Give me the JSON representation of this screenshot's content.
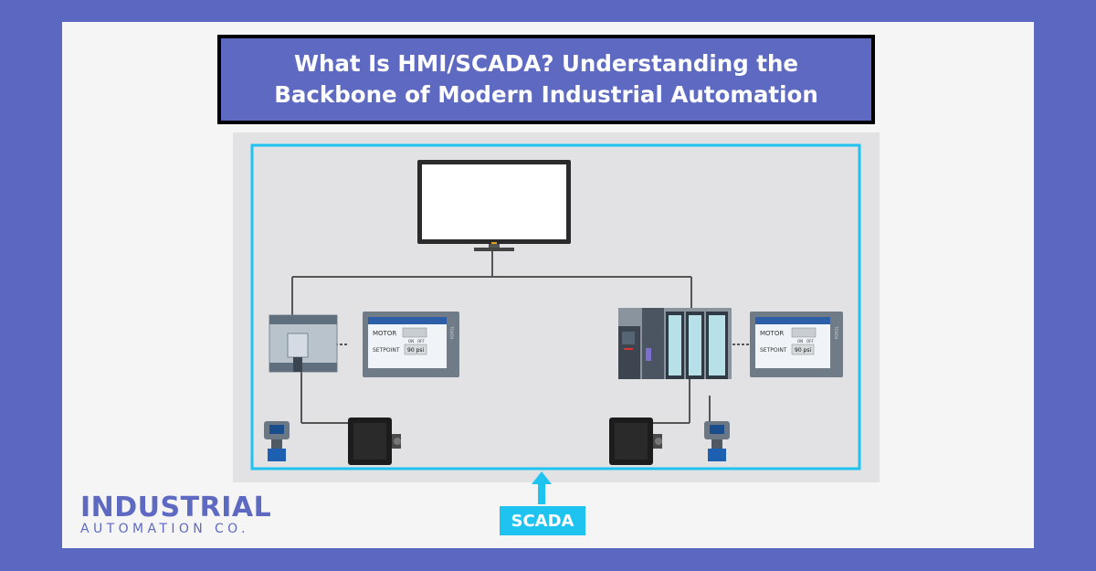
{
  "title": "What Is HMI/SCADA? Understanding the Backbone of Modern Industrial Automation",
  "diagram": {
    "scada_label": "SCADA",
    "hmi_left": {
      "motor_label": "MOTOR",
      "on_label": "ON",
      "off_label": "OFF",
      "setpoint_label": "SETPOINT",
      "setpoint_value": "90 psi",
      "touch_label": "TOUCH"
    },
    "hmi_right": {
      "motor_label": "MOTOR",
      "on_label": "ON",
      "off_label": "OFF",
      "setpoint_label": "SETPOINT",
      "setpoint_value": "90 psi",
      "touch_label": "TOUCH"
    }
  },
  "logo": {
    "main": "INDUSTRIAL",
    "sub": "AUTOMATION CO."
  },
  "colors": {
    "frame": "#5b68c2",
    "title_bg": "#5e6ac2",
    "scada_accent": "#1fc3f0",
    "diagram_bg": "#e2e2e4"
  }
}
